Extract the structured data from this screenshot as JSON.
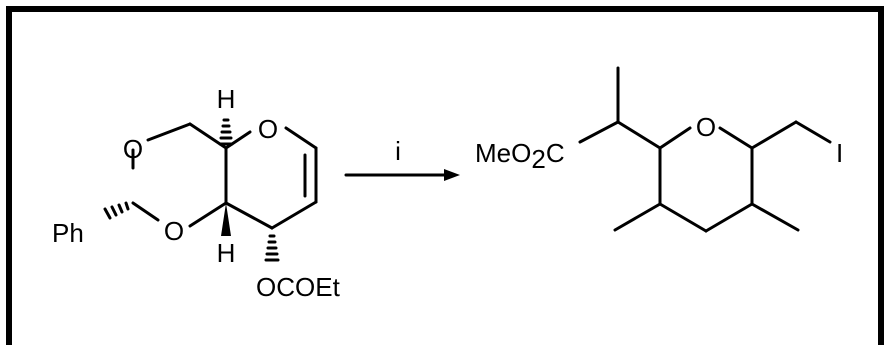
{
  "scheme": {
    "reagent_label": "i",
    "reactant": {
      "atoms": {
        "ring_o_top": "O",
        "ring_o_left": "O",
        "ring_o_bottom": "O",
        "h_top": "H",
        "h_bottom": "H",
        "phenyl": "Ph",
        "ester": "OCOEt"
      }
    },
    "product": {
      "ester_prefix": "MeO",
      "ester_subscript": "2",
      "ester_suffix": "C",
      "ring_o": "O",
      "iodine": "I"
    }
  }
}
